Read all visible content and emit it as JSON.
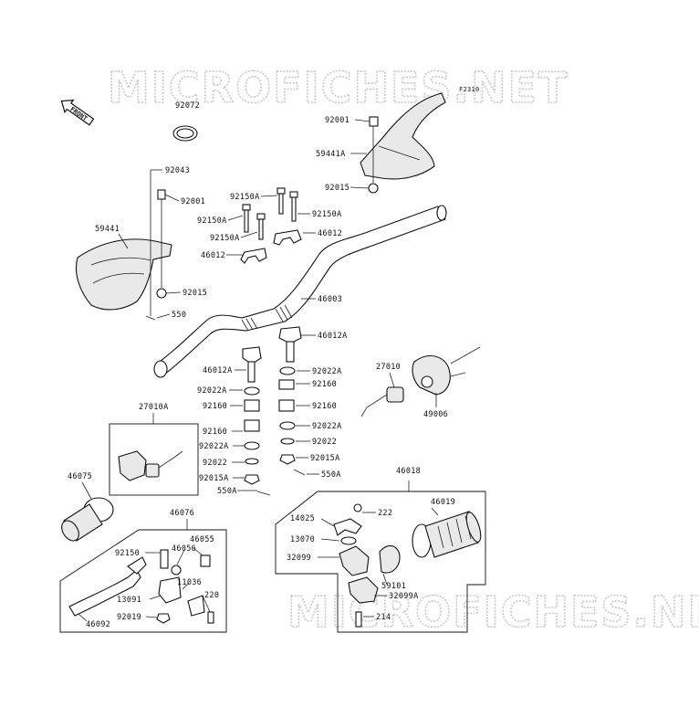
{
  "watermark": "MICROFICHES.NET",
  "figure_code": "F2310",
  "front_label": "FRONT",
  "labels": {
    "p92072": "92072",
    "p92043": "92043",
    "p92001_left": "92001",
    "p59441": "59441",
    "p92015_left": "92015",
    "p550": "550",
    "p92001_right": "92001",
    "p59441A": "59441A",
    "p92015_right": "92015",
    "p92150A_1": "92150A",
    "p92150A_2": "92150A",
    "p92150A_3": "92150A",
    "p92150A_4": "92150A",
    "p46012_right": "46012",
    "p46012_left": "46012",
    "p46003": "46003",
    "p46012A_right": "46012A",
    "p46012A_left": "46012A",
    "p92022A_1": "92022A",
    "p92022A_2": "92022A",
    "p92160_1": "92160",
    "p92160_2": "92160",
    "p92022A_3": "92022A",
    "p92160_3": "92160",
    "p92022A_4": "92022A",
    "p92022_1": "92022",
    "p92022_2": "92022",
    "p92015A_1": "92015A",
    "p92015A_2": "92015A",
    "p550A_1": "550A",
    "p550A_2": "550A",
    "p27010": "27010",
    "p49006": "49006",
    "p27010A": "27010A",
    "p46075": "46075",
    "p46076": "46076",
    "p46055": "46055",
    "p46056": "46056",
    "p92150": "92150",
    "p11036": "11036",
    "p13091": "13091",
    "p220": "220",
    "p92019": "92019",
    "p46092": "46092",
    "p46018": "46018",
    "p222": "222",
    "p46019": "46019",
    "p14025": "14025",
    "p13070": "13070",
    "p32099": "32099",
    "p59101": "59101",
    "p32099A": "32099A",
    "p214": "214"
  }
}
